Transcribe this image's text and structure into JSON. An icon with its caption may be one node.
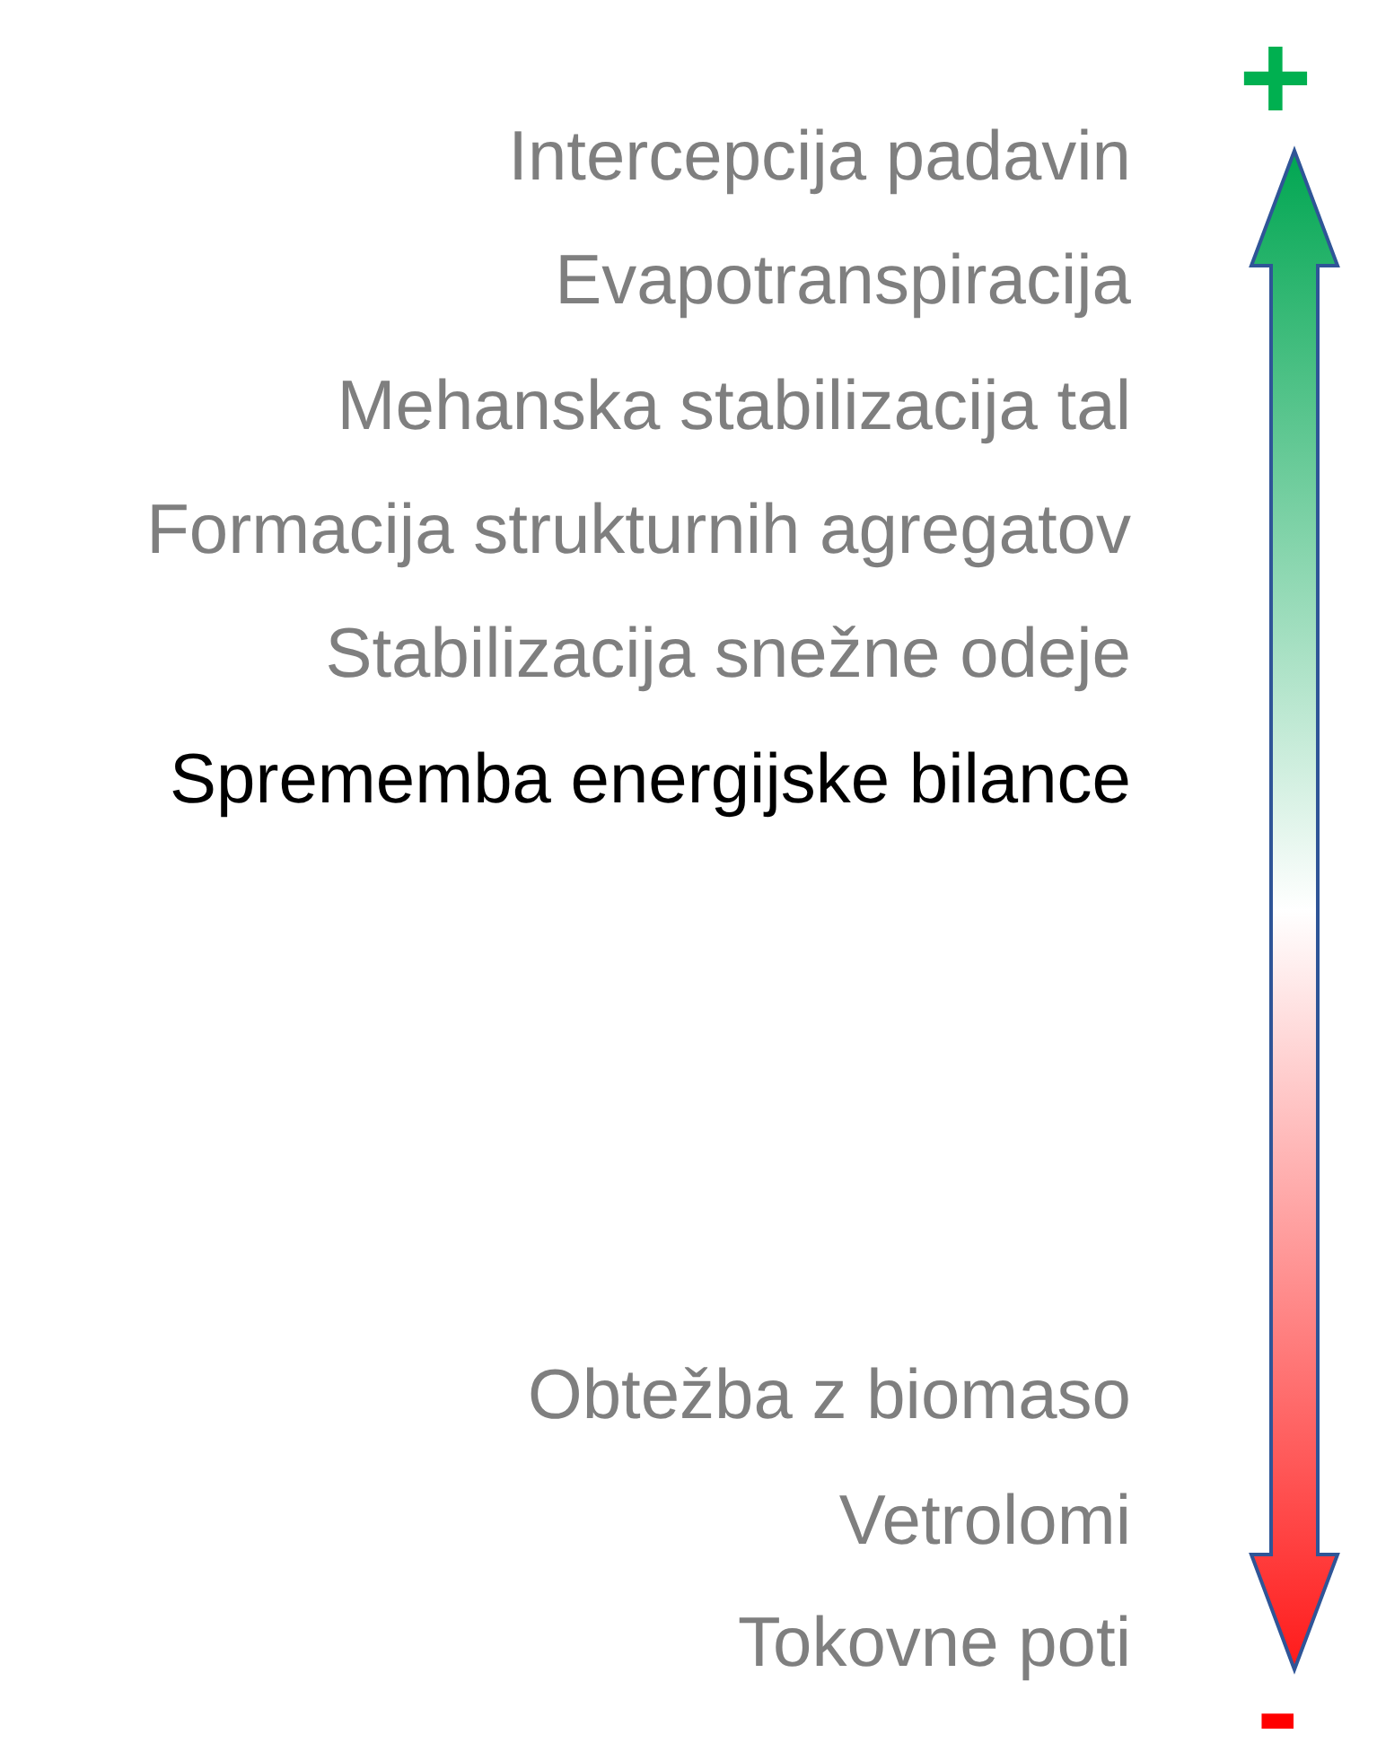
{
  "diagram": {
    "labels": [
      "+",
      "Intercepcija padavin",
      "Evapotranspiracija",
      "Mehanska stabilizacija tal",
      "Formacija strukturnih agregatov",
      "Stabilizacija snežne odeje",
      "Sprememba energijske bilance",
      "Obtežba z biomaso",
      "Vetrolomi",
      "Tokovne poti",
      "-"
    ]
  }
}
